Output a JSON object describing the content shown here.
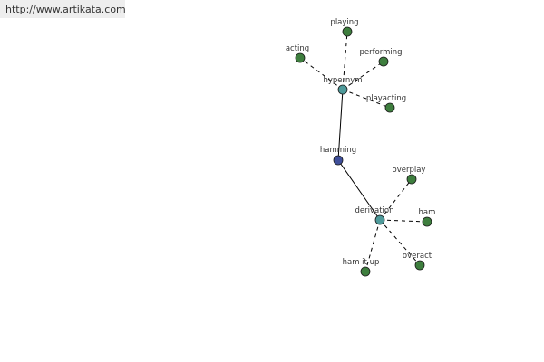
{
  "site_url": "http://www.artikata.com",
  "colors": {
    "root": "#3f4f9a",
    "relation": "#4e9a9a",
    "leaf": "#3e7e3e",
    "solid_edge": "#000000",
    "dashed_edge": "#000000"
  },
  "graph": {
    "nodes": [
      {
        "id": "hamming",
        "label": "hamming",
        "kind": "root"
      },
      {
        "id": "hypernym",
        "label": "hypernym",
        "kind": "relation"
      },
      {
        "id": "derivation",
        "label": "derivation",
        "kind": "relation"
      },
      {
        "id": "playing",
        "label": "playing",
        "kind": "leaf"
      },
      {
        "id": "acting",
        "label": "acting",
        "kind": "leaf"
      },
      {
        "id": "performing",
        "label": "performing",
        "kind": "leaf"
      },
      {
        "id": "playacting",
        "label": "playacting",
        "kind": "leaf"
      },
      {
        "id": "overplay",
        "label": "overplay",
        "kind": "leaf"
      },
      {
        "id": "ham",
        "label": "ham",
        "kind": "leaf"
      },
      {
        "id": "overact",
        "label": "overact",
        "kind": "leaf"
      },
      {
        "id": "ham_it_up",
        "label": "ham it up",
        "kind": "leaf"
      }
    ],
    "edges": [
      {
        "from": "hamming",
        "to": "hypernym",
        "style": "solid"
      },
      {
        "from": "hamming",
        "to": "derivation",
        "style": "solid"
      },
      {
        "from": "hypernym",
        "to": "playing",
        "style": "dashed"
      },
      {
        "from": "hypernym",
        "to": "acting",
        "style": "dashed"
      },
      {
        "from": "hypernym",
        "to": "performing",
        "style": "dashed"
      },
      {
        "from": "hypernym",
        "to": "playacting",
        "style": "dashed"
      },
      {
        "from": "derivation",
        "to": "overplay",
        "style": "dashed"
      },
      {
        "from": "derivation",
        "to": "ham",
        "style": "dashed"
      },
      {
        "from": "derivation",
        "to": "overact",
        "style": "dashed"
      },
      {
        "from": "derivation",
        "to": "ham_it_up",
        "style": "dashed"
      }
    ]
  }
}
